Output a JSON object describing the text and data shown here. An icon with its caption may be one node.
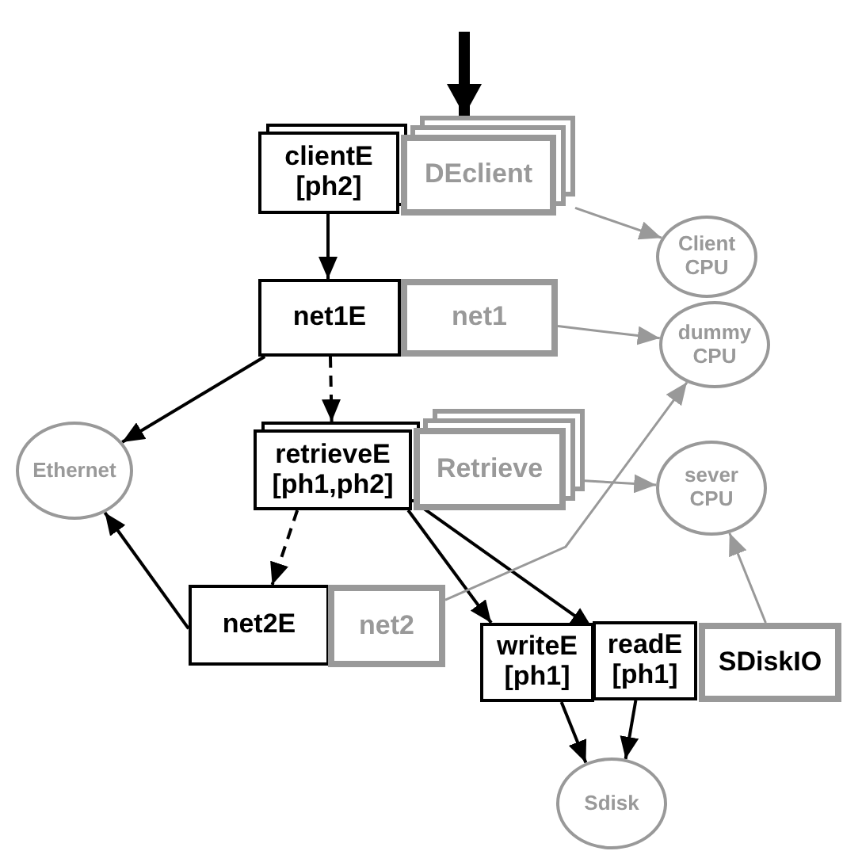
{
  "diagram": {
    "nodes": [
      {
        "text": [
          "clientE",
          "[ph2]"
        ]
      },
      {
        "text": [
          "DEclient"
        ]
      },
      {
        "text": [
          "Client CPU"
        ]
      },
      {
        "text": [
          "net1E"
        ]
      },
      {
        "text": [
          "net1"
        ]
      },
      {
        "text": [
          "dummy CPU"
        ]
      },
      {
        "text": [
          "Ethernet"
        ]
      },
      {
        "text": [
          "retrieveE",
          "[ph1,ph2]"
        ]
      },
      {
        "text": [
          "Retrieve"
        ]
      },
      {
        "text": [
          "sever CPU"
        ]
      },
      {
        "text": [
          "net2E"
        ]
      },
      {
        "text": [
          "net2"
        ]
      },
      {
        "text": [
          "writeE",
          "[ph1]"
        ]
      },
      {
        "text": [
          "readE",
          "[ph1]"
        ]
      },
      {
        "text": [
          "SDiskIO"
        ]
      },
      {
        "text": [
          "Sdisk"
        ]
      }
    ],
    "edges": [
      {
        "from": null,
        "to": 1,
        "arrow": "to",
        "style": "thick"
      },
      {
        "from": 0,
        "to": 3,
        "arrow": "to"
      },
      {
        "from": 1,
        "to": 2,
        "arrow": "to",
        "color": "#999999"
      },
      {
        "from": 3,
        "to": 6,
        "arrow": "to"
      },
      {
        "from": 4,
        "to": 5,
        "arrow": "to",
        "color": "#999999"
      },
      {
        "from": 3,
        "to": 7,
        "arrow": "to",
        "style": "dashed"
      },
      {
        "from": 8,
        "to": 9,
        "arrow": "to",
        "color": "#999999"
      },
      {
        "from": 7,
        "to": 10,
        "arrow": "to",
        "style": "dashed"
      },
      {
        "from": 7,
        "to": 12,
        "arrow": "to"
      },
      {
        "from": 7,
        "to": 13,
        "arrow": "to"
      },
      {
        "from": 10,
        "to": 6,
        "arrow": "to"
      },
      {
        "from": 11,
        "to": 5,
        "arrow": "to",
        "color": "#999999"
      },
      {
        "from": 14,
        "to": 9,
        "arrow": "to",
        "color": "#999999"
      },
      {
        "from": 12,
        "to": 15,
        "arrow": "to"
      },
      {
        "from": 13,
        "to": 15,
        "arrow": "to"
      }
    ]
  }
}
